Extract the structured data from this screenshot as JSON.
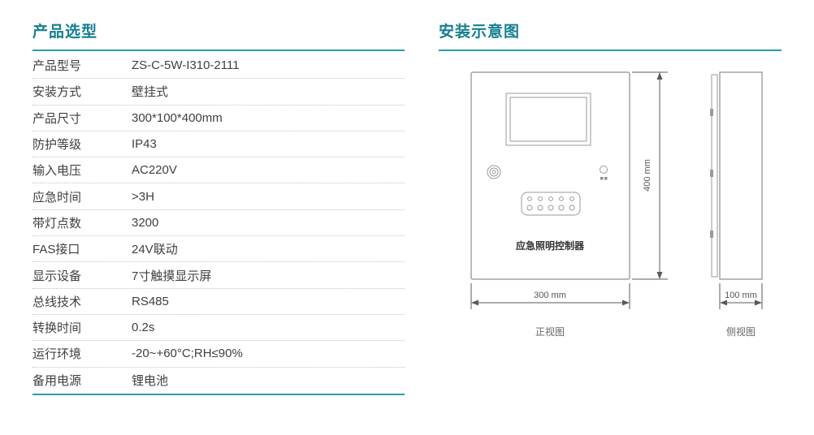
{
  "colors": {
    "accent": "#16808f",
    "rule": "#2b9cad"
  },
  "left": {
    "title": "产品选型",
    "rows": [
      {
        "label": "产品型号",
        "value": "ZS-C-5W-I310-2111"
      },
      {
        "label": "安装方式",
        "value": "壁挂式"
      },
      {
        "label": "产品尺寸",
        "value": "300*100*400mm"
      },
      {
        "label": "防护等级",
        "value": "IP43"
      },
      {
        "label": "输入电压",
        "value": "AC220V"
      },
      {
        "label": "应急时间",
        "value": ">3H"
      },
      {
        "label": "带灯点数",
        "value": "3200"
      },
      {
        "label": "FAS接口",
        "value": "24V联动"
      },
      {
        "label": "显示设备",
        "value": "7寸触摸显示屏"
      },
      {
        "label": "总线技术",
        "value": "RS485"
      },
      {
        "label": "转换时间",
        "value": "0.2s"
      },
      {
        "label": "运行环境",
        "value": "-20~+60°C;RH≤90%"
      },
      {
        "label": "备用电源",
        "value": "锂电池"
      }
    ]
  },
  "right": {
    "title": "安装示意图",
    "device_label": "应急照明控制器",
    "dims": {
      "height": "400 mm",
      "width": "300 mm",
      "depth": "100 mm"
    },
    "front_view_label": "正视图",
    "side_view_label": "侧视图"
  }
}
